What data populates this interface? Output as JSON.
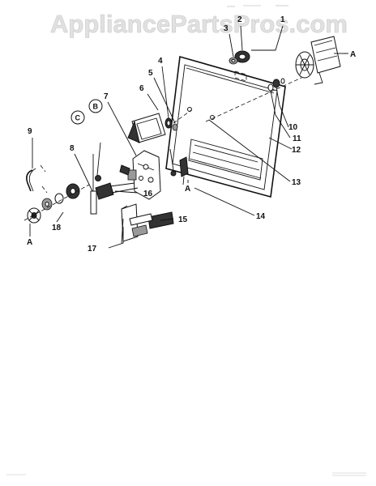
{
  "watermark": "AppliancePartsPros.com",
  "callouts": [
    {
      "id": "c1",
      "text": "1"
    },
    {
      "id": "c2",
      "text": "2"
    },
    {
      "id": "c3",
      "text": "3"
    },
    {
      "id": "c4",
      "text": "4"
    },
    {
      "id": "c5",
      "text": "5"
    },
    {
      "id": "c6",
      "text": "6"
    },
    {
      "id": "c7",
      "text": "7"
    },
    {
      "id": "c8",
      "text": "8"
    },
    {
      "id": "c9",
      "text": "9"
    },
    {
      "id": "c10",
      "text": "10"
    },
    {
      "id": "c11",
      "text": "11"
    },
    {
      "id": "c12",
      "text": "12"
    },
    {
      "id": "c13",
      "text": "13"
    },
    {
      "id": "c14",
      "text": "14"
    },
    {
      "id": "c15",
      "text": "15"
    },
    {
      "id": "c16",
      "text": "16"
    },
    {
      "id": "c17",
      "text": "17"
    },
    {
      "id": "c18",
      "text": "18"
    }
  ],
  "reference_marks": {
    "a_top_right": "A",
    "a_middle": "A",
    "a_bottom_left": "A",
    "circle_b": "B",
    "circle_c": "C"
  }
}
